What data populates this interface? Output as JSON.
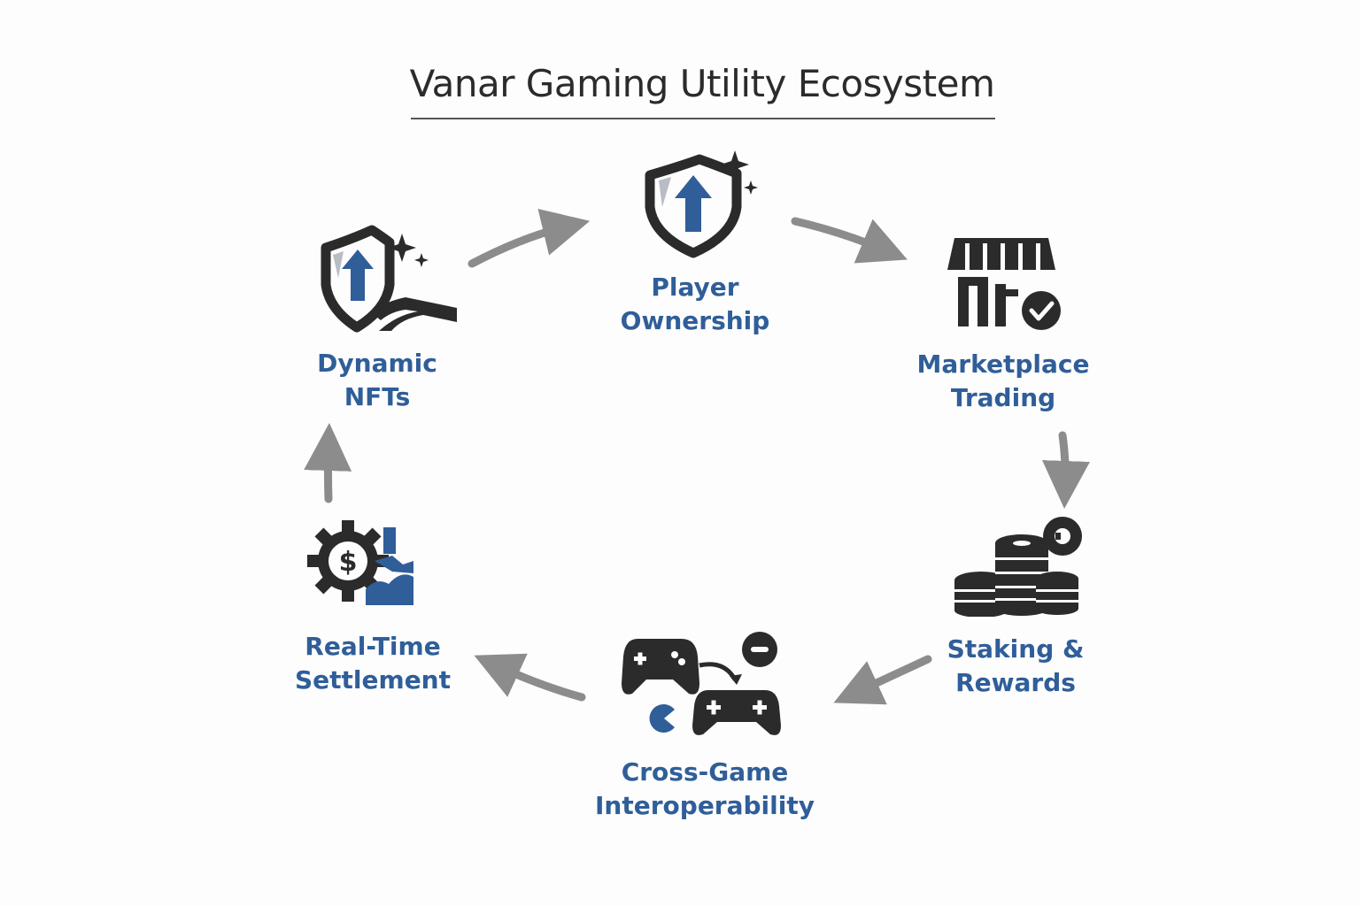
{
  "title": "Vanar Gaming Utility Ecosystem",
  "colors": {
    "accent": "#2f5e99",
    "icon_dark": "#2b2b2b",
    "arrow": "#8c8c8c"
  },
  "nodes": [
    {
      "id": "dynamic-nfts",
      "line1": "Dynamic",
      "line2": "NFTs",
      "icon": "shield-hand-icon"
    },
    {
      "id": "player-ownership",
      "line1": "Player",
      "line2": "Ownership",
      "icon": "shield-up-arrow-icon"
    },
    {
      "id": "marketplace-trading",
      "line1": "Marketplace",
      "line2": "Trading",
      "icon": "storefront-icon"
    },
    {
      "id": "staking-rewards",
      "line1": "Staking &",
      "line2": "Rewards",
      "icon": "coin-stack-icon"
    },
    {
      "id": "cross-game",
      "line1": "Cross-Game",
      "line2": "Interoperability",
      "icon": "game-controllers-icon"
    },
    {
      "id": "real-time-settlement",
      "line1": "Real-Time",
      "line2": "Settlement",
      "icon": "gear-dollar-icon"
    }
  ]
}
